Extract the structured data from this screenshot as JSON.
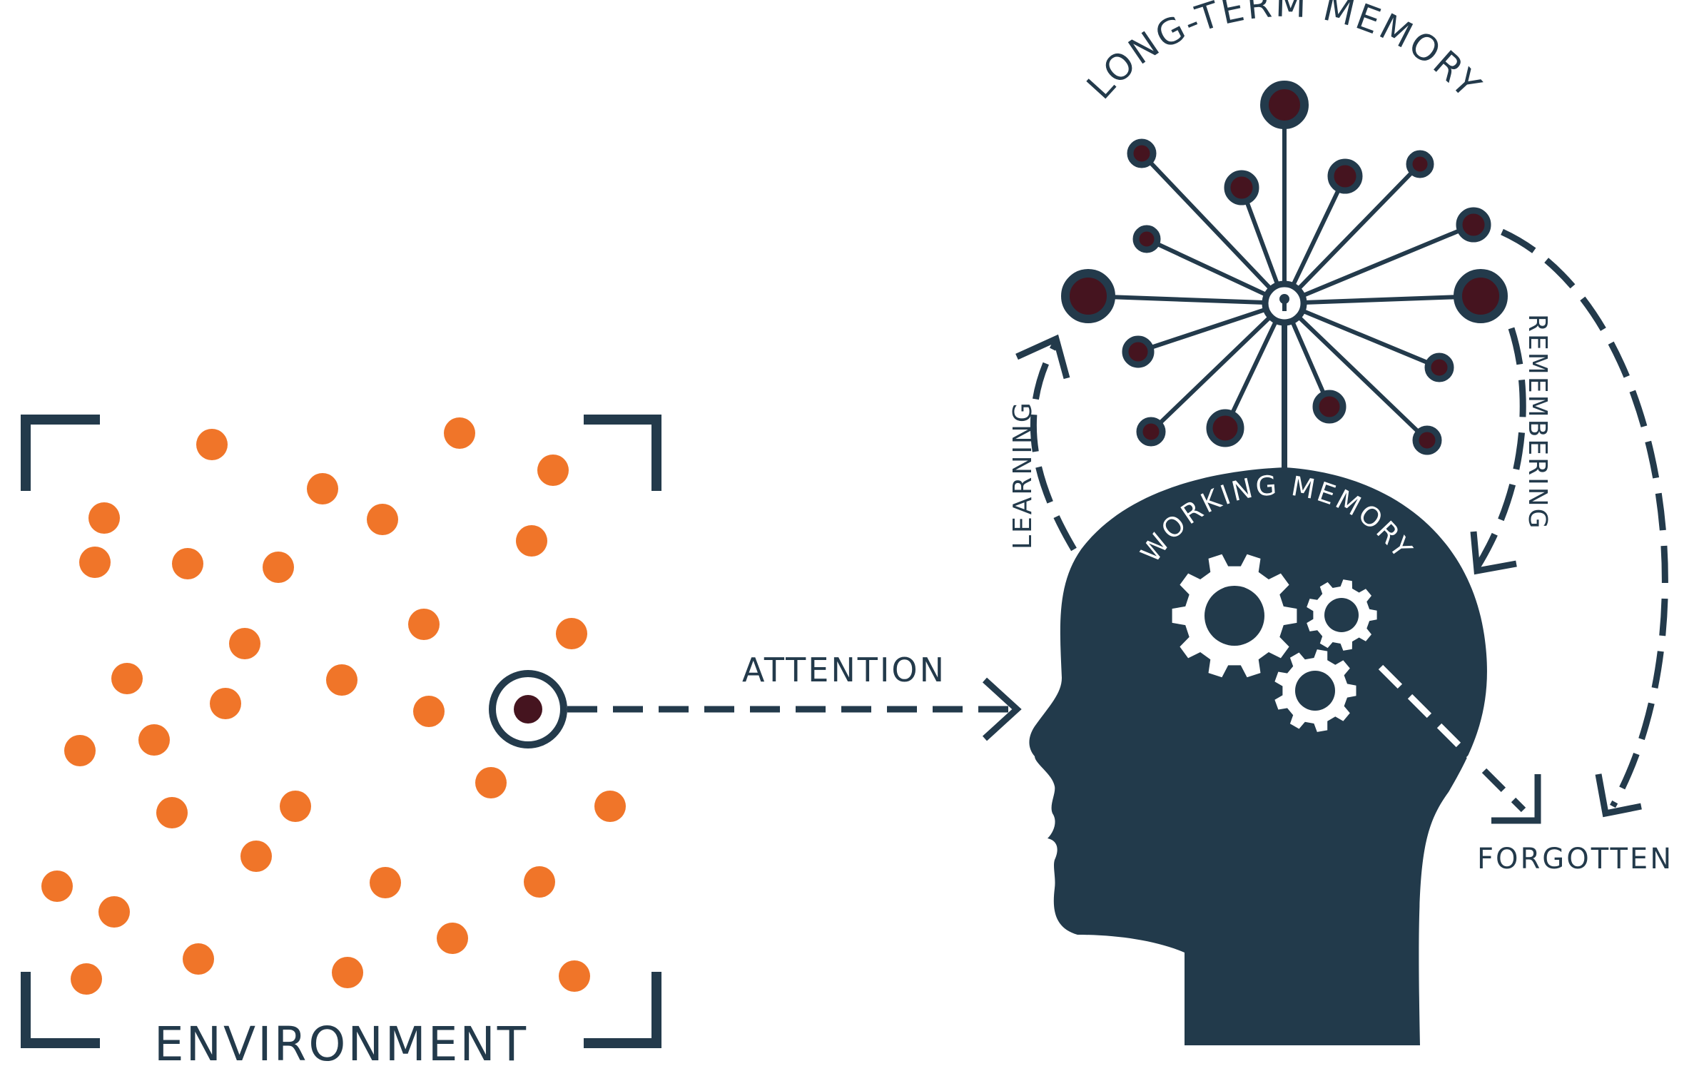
{
  "labels": {
    "long_term_memory": "LONG-TERM MEMORY",
    "working_memory": "WORKING MEMORY",
    "learning": "LEARNING",
    "remembering": "REMEMBERING",
    "attention": "ATTENTION",
    "forgotten": "FORGOTTEN",
    "environment": "ENVIRONMENT"
  },
  "colors": {
    "navy": "#233a4b",
    "orange": "#f07529",
    "node_fill": "#45141f",
    "background": "#ffffff"
  },
  "icons": {
    "gears": "gear-icon",
    "hub": "keyhole-icon",
    "focus": "target-icon"
  }
}
